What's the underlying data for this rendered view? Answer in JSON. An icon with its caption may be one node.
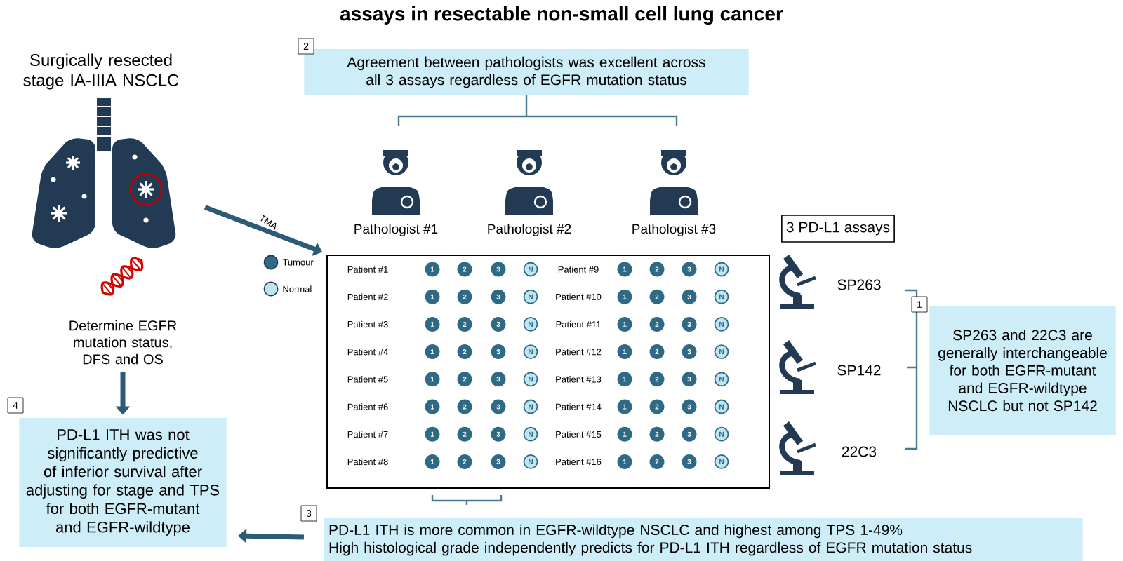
{
  "diagram": {
    "title": "assays in resectable non-small cell lung cancer",
    "nodes": [
      {
        "text": [
          "Surgically resected stage IA-IIIA NSCLC"
        ]
      },
      {
        "text": [
          "Determine EGFR mutation status, DFS and OS"
        ]
      },
      {
        "text": [
          "4",
          "PD-L1 ITH was not significantly predictive of inferior survival after adjusting for stage and TPS for both EGFR-mutant and EGFR-wildtype"
        ]
      },
      {
        "text": [
          "2",
          "Agreement between pathologists was excellent across all 3 assays regardless of EGFR mutation status"
        ]
      },
      {
        "text": [
          "Patient #1",
          "1",
          "2",
          "3",
          "N",
          "Patient #9",
          "1",
          "2",
          "3",
          "N",
          "Patient #2",
          "1",
          "2",
          "3",
          "N",
          "Patient #10",
          "1",
          "2",
          "3",
          "N",
          "Patient #3",
          "1",
          "2",
          "3",
          "N",
          "Patient #11",
          "1",
          "2",
          "3",
          "N",
          "Patient #4",
          "1",
          "2",
          "3",
          "N",
          "Patient #12",
          "1",
          "2",
          "3",
          "N",
          "Patient #5",
          "1",
          "2",
          "3",
          "N",
          "Patient #13",
          "1",
          "2",
          "3",
          "N",
          "Patient #6",
          "1",
          "2",
          "3",
          "N",
          "Patient #14",
          "1",
          "2",
          "3",
          "N",
          "Patient #7",
          "1",
          "2",
          "3",
          "N",
          "Patient #15",
          "1",
          "2",
          "3",
          "N",
          "Patient #8",
          "1",
          "2",
          "3",
          "N",
          "Patient #16",
          "1",
          "2",
          "3",
          "N"
        ]
      },
      {
        "text": [
          "Pathologist #1"
        ]
      },
      {
        "text": [
          "Pathologist #2"
        ]
      },
      {
        "text": [
          "Pathologist #3"
        ]
      },
      {
        "text": [
          "3 PD-L1 assays"
        ]
      },
      {
        "text": [
          "SP263"
        ]
      },
      {
        "text": [
          "SP142"
        ]
      },
      {
        "text": [
          "22C3"
        ]
      },
      {
        "text": [
          "1",
          "SP263 and 22C3 are generally interchangeable for both EGFR-mutant and EGFR-wildtype NSCLC but not SP142"
        ]
      },
      {
        "text": [
          "3",
          "PD-L1 ITH is more common in EGFR-wildtype NSCLC and highest among TPS 1-49%",
          "High histological grade independently predicts for PD-L1 ITH regardless of EGFR mutation status"
        ]
      }
    ],
    "edges": [
      {
        "from": 0,
        "to": 4,
        "arrow": "to",
        "label": "TMA"
      },
      {
        "from": 1,
        "to": 2,
        "arrow": "to"
      },
      {
        "from": 13,
        "to": 2,
        "arrow": "to"
      }
    ],
    "legend": [
      {
        "text": "Tumour",
        "color": "#2f6a85"
      },
      {
        "text": "Normal",
        "color": "#bfe6f0"
      }
    ]
  }
}
